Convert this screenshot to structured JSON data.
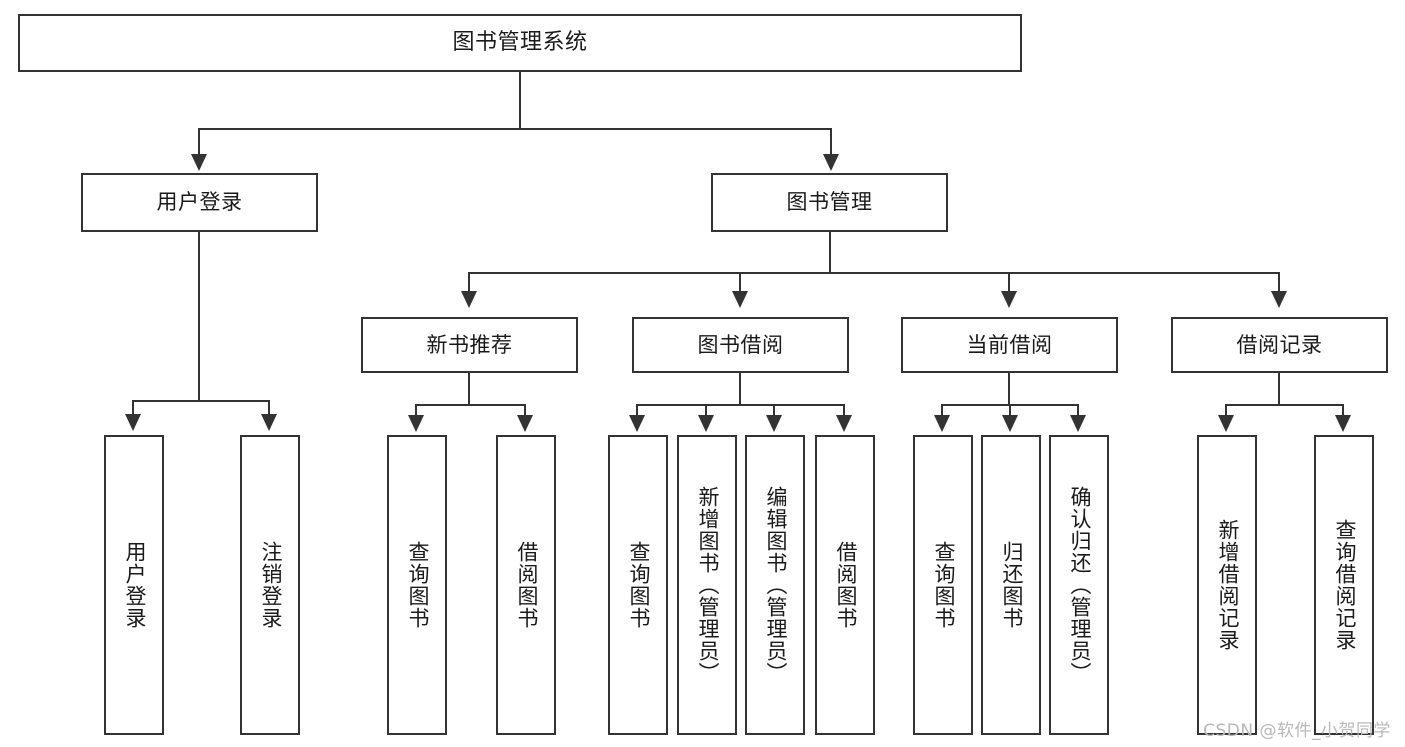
{
  "diagram": {
    "type": "tree",
    "title": "图书管理系统",
    "watermark": "CSDN @软件_小贺同学",
    "colors": {
      "stroke": "#333333",
      "fill": "#ffffff",
      "text": "#1a1a1a",
      "watermark": "#b9b9b9"
    },
    "levels": {
      "root": "图书管理系统",
      "level2": [
        "用户登录",
        "图书管理"
      ],
      "level3": [
        "新书推荐",
        "图书借阅",
        "当前借阅",
        "借阅记录"
      ]
    },
    "nodes": {
      "root": "图书管理系统",
      "user_login": "用户登录",
      "book_mgmt": "图书管理",
      "new_book_rec": "新书推荐",
      "book_borrow": "图书借阅",
      "current_borrow": "当前借阅",
      "borrow_record": "借阅记录",
      "leaf_user_login": "用户登录",
      "leaf_user_logout": "注销登录",
      "leaf_rec_query": "查询图书",
      "leaf_rec_borrow": "借阅图书",
      "leaf_borrow_query": "查询图书",
      "leaf_borrow_add": "新增图书（管理员）",
      "leaf_borrow_edit": "编辑图书（管理员）",
      "leaf_borrow_lend": "借阅图书",
      "leaf_cur_query": "查询图书",
      "leaf_cur_return": "归还图书",
      "leaf_cur_confirm": "确认归还（管理员）",
      "leaf_rec_add": "新增借阅记录",
      "leaf_rec_search": "查询借阅记录"
    }
  }
}
